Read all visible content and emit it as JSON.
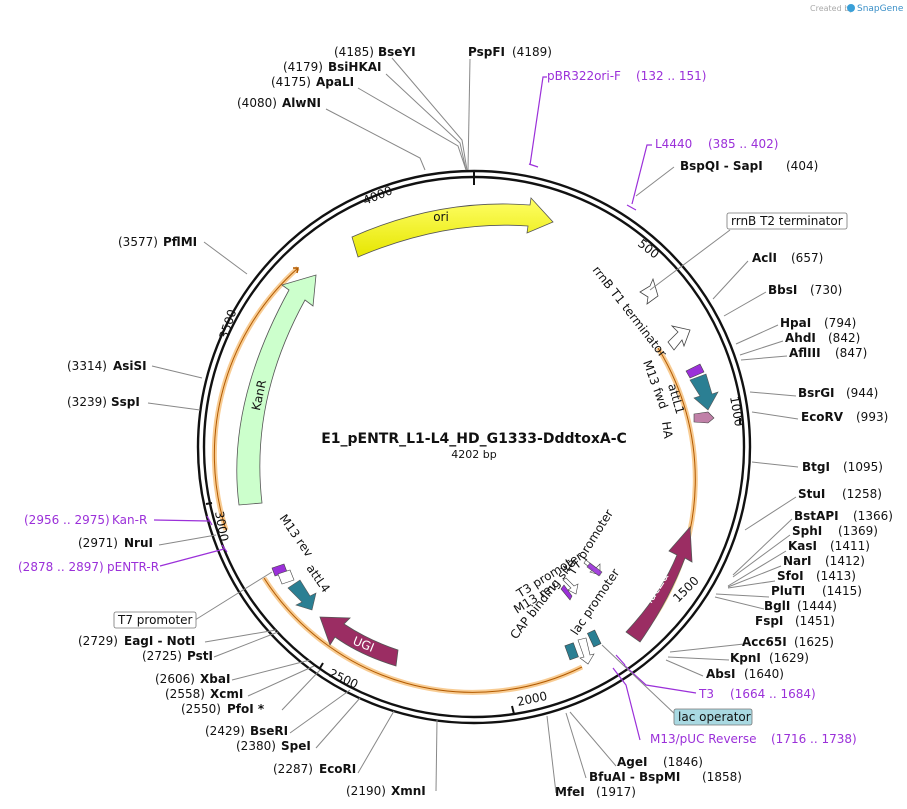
{
  "watermark": {
    "created_by": "Created by",
    "brand": "SnapGene"
  },
  "plasmid": {
    "name": "E1_pENTR_L1-L4_HD_G1333-DddtoxA-C",
    "size": "4202 bp"
  },
  "ticks": [
    "500",
    "1000",
    "1500",
    "2000",
    "2500",
    "3000",
    "3500",
    "4000"
  ],
  "enzymes": [
    {
      "pos": "(4185)",
      "name": "BseYI"
    },
    {
      "pos": "(4179)",
      "name": "BsiHKAI"
    },
    {
      "pos": "(4175)",
      "name": "ApaLI"
    },
    {
      "pos": "(4080)",
      "name": "AlwNI"
    },
    {
      "pos": "(4189)",
      "name": "PspFI"
    },
    {
      "pos": "(404)",
      "name": "BspQI - SapI"
    },
    {
      "pos": "(657)",
      "name": "AclI"
    },
    {
      "pos": "(730)",
      "name": "BbsI"
    },
    {
      "pos": "(794)",
      "name": "HpaI"
    },
    {
      "pos": "(842)",
      "name": "AhdI"
    },
    {
      "pos": "(847)",
      "name": "AflIII"
    },
    {
      "pos": "(944)",
      "name": "BsrGI"
    },
    {
      "pos": "(993)",
      "name": "EcoRV"
    },
    {
      "pos": "(1095)",
      "name": "BtgI"
    },
    {
      "pos": "(1258)",
      "name": "StuI"
    },
    {
      "pos": "(1366)",
      "name": "BstAPI"
    },
    {
      "pos": "(1369)",
      "name": "SphI"
    },
    {
      "pos": "(1411)",
      "name": "KasI"
    },
    {
      "pos": "(1412)",
      "name": "NarI"
    },
    {
      "pos": "(1413)",
      "name": "SfoI"
    },
    {
      "pos": "(1415)",
      "name": "PluTI"
    },
    {
      "pos": "(1444)",
      "name": "BglI"
    },
    {
      "pos": "(1451)",
      "name": "FspI"
    },
    {
      "pos": "(1625)",
      "name": "Acc65I"
    },
    {
      "pos": "(1629)",
      "name": "KpnI"
    },
    {
      "pos": "(1640)",
      "name": "AbsI"
    },
    {
      "pos": "(1846)",
      "name": "AgeI"
    },
    {
      "pos": "(1858)",
      "name": "BfuAI - BspMI"
    },
    {
      "pos": "(1917)",
      "name": "MfeI"
    },
    {
      "pos": "(2190)",
      "name": "XmnI"
    },
    {
      "pos": "(2287)",
      "name": "EcoRI"
    },
    {
      "pos": "(2380)",
      "name": "SpeI"
    },
    {
      "pos": "(2429)",
      "name": "BseRI"
    },
    {
      "pos": "(2550)",
      "name": "PfoI *"
    },
    {
      "pos": "(2558)",
      "name": "XcmI"
    },
    {
      "pos": "(2606)",
      "name": "XbaI"
    },
    {
      "pos": "(2725)",
      "name": "PstI"
    },
    {
      "pos": "(2729)",
      "name": "EagI - NotI"
    },
    {
      "pos": "(2971)",
      "name": "NruI"
    },
    {
      "pos": "(3239)",
      "name": "SspI"
    },
    {
      "pos": "(3314)",
      "name": "AsiSI"
    },
    {
      "pos": "(3577)",
      "name": "PflMI"
    }
  ],
  "primers": [
    {
      "name": "pBR322ori-F",
      "range": "(132 .. 151)"
    },
    {
      "name": "L4440",
      "range": "(385 .. 402)"
    },
    {
      "name": "T3",
      "range": "(1664 .. 1684)"
    },
    {
      "name": "M13/pUC Reverse",
      "range": "(1716 .. 1738)"
    },
    {
      "name": "Kan-R",
      "range": "(2956 .. 2975)"
    },
    {
      "name": "pENTR-R",
      "range": "(2878 .. 2897)"
    }
  ],
  "boxed_features": {
    "rrnb_t2": "rrnB T2 terminator",
    "lac_operator": "lac operator",
    "t7_promoter": "T7 promoter"
  },
  "inner_features": {
    "ori": "ori",
    "kanr": "KanR",
    "lacza": "lacZα",
    "ugi": "UGI",
    "rrnb_t1": "rrnB T1 terminator",
    "m13_fwd": "M13 fwd",
    "attl1": "attL1",
    "ha": "HA",
    "t3_promoter": "T3 promoter",
    "m13_rev_a": "M13 rev",
    "t7_promoter_inner": "T7 promoter",
    "cap_site": "CAP binding site",
    "lac_promoter": "lac promoter",
    "m13_rev_b": "M13 rev",
    "attl4": "attL4"
  },
  "colors": {
    "ori": "#ffff00",
    "kanr": "#ccffcc",
    "lacza": "#9b2d63",
    "ugi": "#9b2d63",
    "attl": "#2b7f93",
    "primer": "#9b30d9",
    "ha": "#c080a8",
    "orange_band": "#f2a33a",
    "lac_operator_box": "#a9d9e2"
  }
}
